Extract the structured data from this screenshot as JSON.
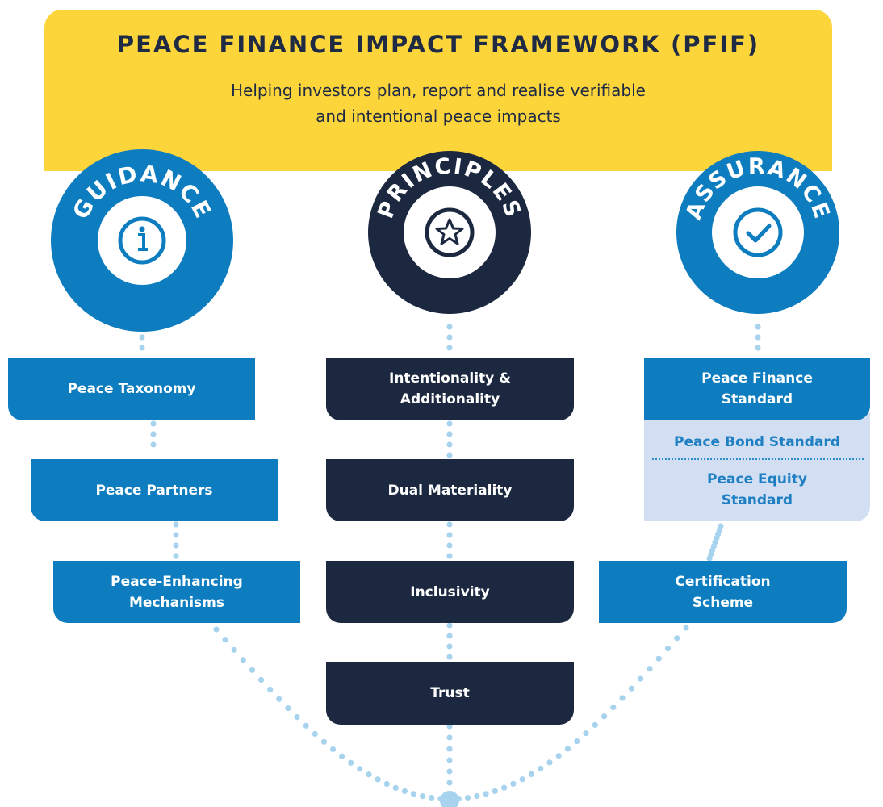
{
  "header": {
    "title": "PEACE FINANCE IMPACT FRAMEWORK (PFIF)",
    "subtitle_line1": "Helping investors plan, report and realise verifiable",
    "subtitle_line2": "and intentional peace impacts"
  },
  "pillars": {
    "guidance": {
      "label": "GUIDANCE",
      "icon": "info-icon",
      "items": [
        "Peace Taxonomy",
        "Peace Partners",
        [
          "Peace-Enhancing",
          "Mechanisms"
        ]
      ]
    },
    "principles": {
      "label": "PRINCIPLES",
      "icon": "star-icon",
      "items": [
        [
          "Intentionality &",
          "Additionality"
        ],
        "Dual Materiality",
        "Inclusivity",
        "Trust"
      ]
    },
    "assurance": {
      "label": "ASSURANCE",
      "icon": "check-icon",
      "standard": [
        "Peace Finance",
        "Standard"
      ],
      "sub_standards": [
        "Peace Bond Standard",
        [
          "Peace Equity",
          "Standard"
        ]
      ],
      "scheme": [
        "Certification",
        "Scheme"
      ]
    }
  },
  "colors": {
    "yellow": "#fcd53b",
    "blue": "#0d7dc0",
    "navy": "#1c2840",
    "light_blue": "#d2dff2",
    "dot": "#a8d3ee"
  }
}
